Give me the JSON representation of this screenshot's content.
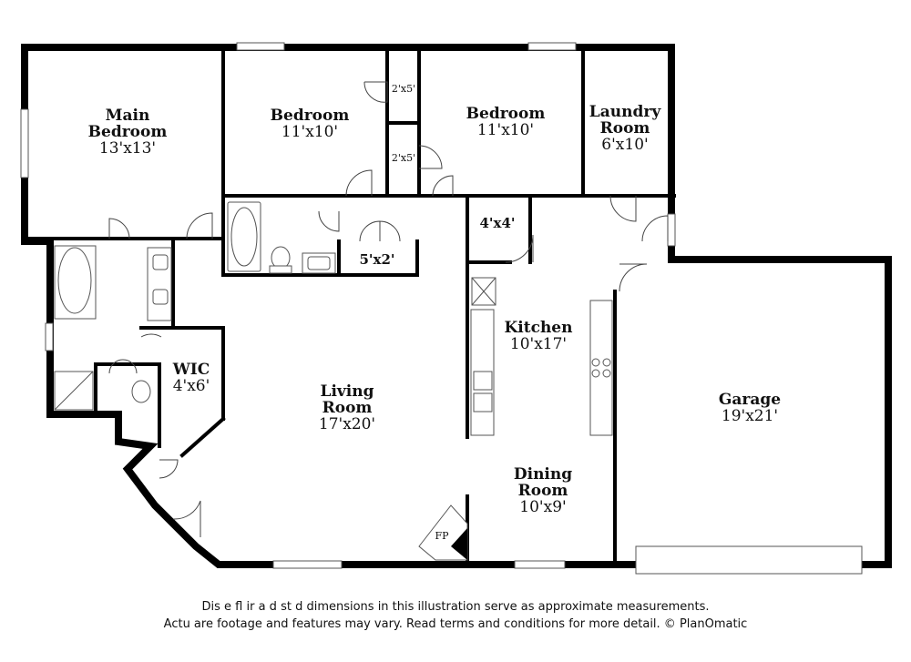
{
  "rooms": {
    "main_bedroom": {
      "name_line1": "Main",
      "name_line2": "Bedroom",
      "dims": "13'x13'"
    },
    "bedroom_1": {
      "name": "Bedroom",
      "dims": "11'x10'"
    },
    "bedroom_2": {
      "name": "Bedroom",
      "dims": "11'x10'"
    },
    "laundry": {
      "name_line1": "Laundry",
      "name_line2": "Room",
      "dims": "6'x10'"
    },
    "closet_a": {
      "dims": "2'x5'"
    },
    "closet_b": {
      "dims": "2'x5'"
    },
    "closet_c": {
      "dims": "4'x4'"
    },
    "closet_d": {
      "dims": "5'x2'"
    },
    "wic": {
      "name": "WIC",
      "dims": "4'x6'"
    },
    "living": {
      "name": "Living",
      "name_line2": "Room",
      "dims": "17'x20'"
    },
    "kitchen": {
      "name": "Kitchen",
      "dims": "10'x17'"
    },
    "dining": {
      "name_line1": "Dining",
      "name_line2": "Room",
      "dims": "10'x9'"
    },
    "garage": {
      "name": "Garage",
      "dims": "19'x21'"
    },
    "fireplace": {
      "label": "FP"
    }
  },
  "disclaimer": {
    "line1": "Dis      e  fl    ir  a  d  st  d dimensions in this illustration serve as approximate measurements.",
    "line2": "Actu      are footage and features may vary. Read terms and conditions for more detail. © PlanOmatic"
  }
}
